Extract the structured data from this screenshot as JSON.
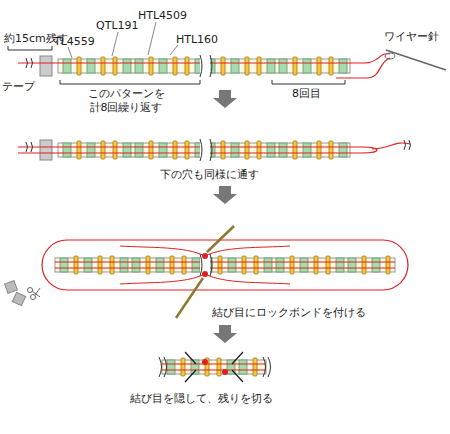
{
  "diagram": {
    "labels": [
      "約15cm残す",
      "TL4559",
      "QTL191",
      "HTL4509",
      "HTL160",
      "ワイヤー針",
      "テープ",
      "このパターンを 計8回繰り返す",
      "8回目",
      "下の穴も同様に通す",
      "結び目にロックボンドを付ける",
      "結び目を隠して、残りを切る"
    ]
  }
}
